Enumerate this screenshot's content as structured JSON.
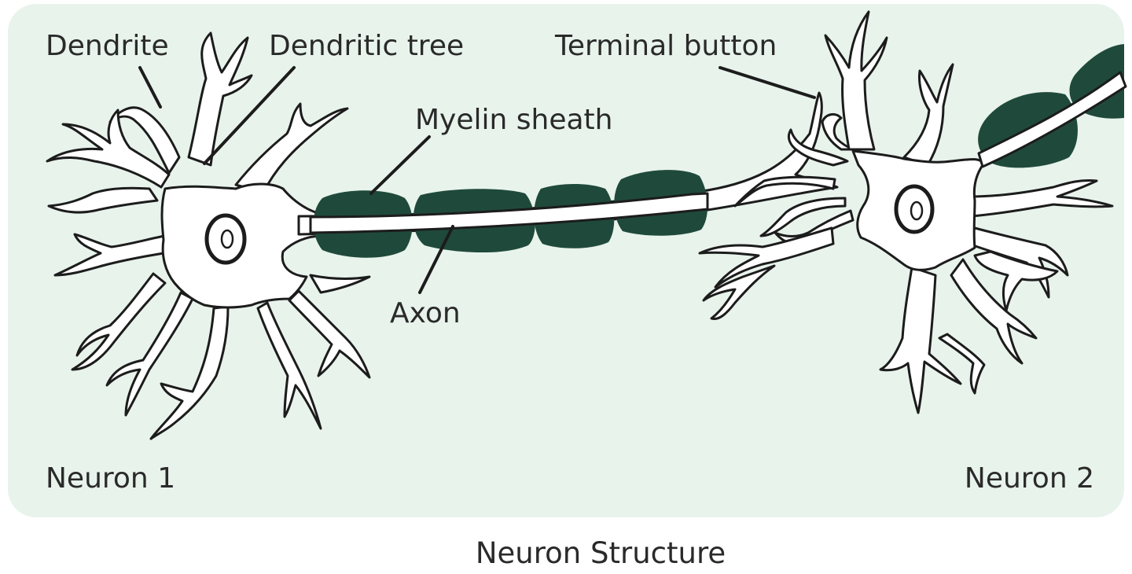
{
  "diagram": {
    "title": "Neuron Structure",
    "labels": {
      "dendrite": "Dendrite",
      "dendritic_tree": "Dendritic tree",
      "terminal_button": "Terminal button",
      "myelin_sheath": "Myelin sheath",
      "axon": "Axon",
      "neuron_1": "Neuron 1",
      "neuron_2": "Neuron 2"
    },
    "colors": {
      "panel": "#e8f3ec",
      "myelin": "#1f4a3b",
      "outline": "#1c1c1c"
    }
  }
}
